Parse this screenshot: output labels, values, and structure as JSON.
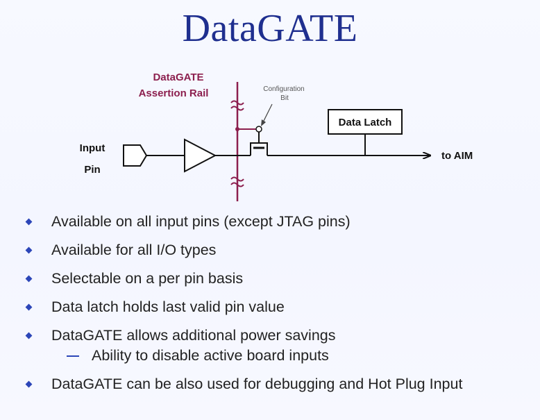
{
  "slide": {
    "title": "DataGATE"
  },
  "diagram": {
    "rail_label_line1": "DataGATE",
    "rail_label_line2": "Assertion Rail",
    "config_label_line1": "Configuration",
    "config_label_line2": "Bit",
    "data_latch_label": "Data Latch",
    "input_label_line1": "Input",
    "input_label_line2": "Pin",
    "output_label": "to AIM",
    "colors": {
      "rail": "#8c1f4e",
      "wire": "#111111"
    }
  },
  "bullets": [
    {
      "text": "Available on all input pins (except JTAG pins)"
    },
    {
      "text": "Available for all I/O types"
    },
    {
      "text": "Selectable on a per pin basis"
    },
    {
      "text": "Data latch holds last valid pin value"
    },
    {
      "text": "DataGATE allows additional power savings",
      "sub": "Ability to disable active board inputs"
    },
    {
      "text": "DataGATE can be also used for debugging and Hot Plug Input"
    }
  ],
  "colors": {
    "title": "#1f2f8f",
    "bullet_marker": "#2c46b8",
    "text": "#222222"
  }
}
